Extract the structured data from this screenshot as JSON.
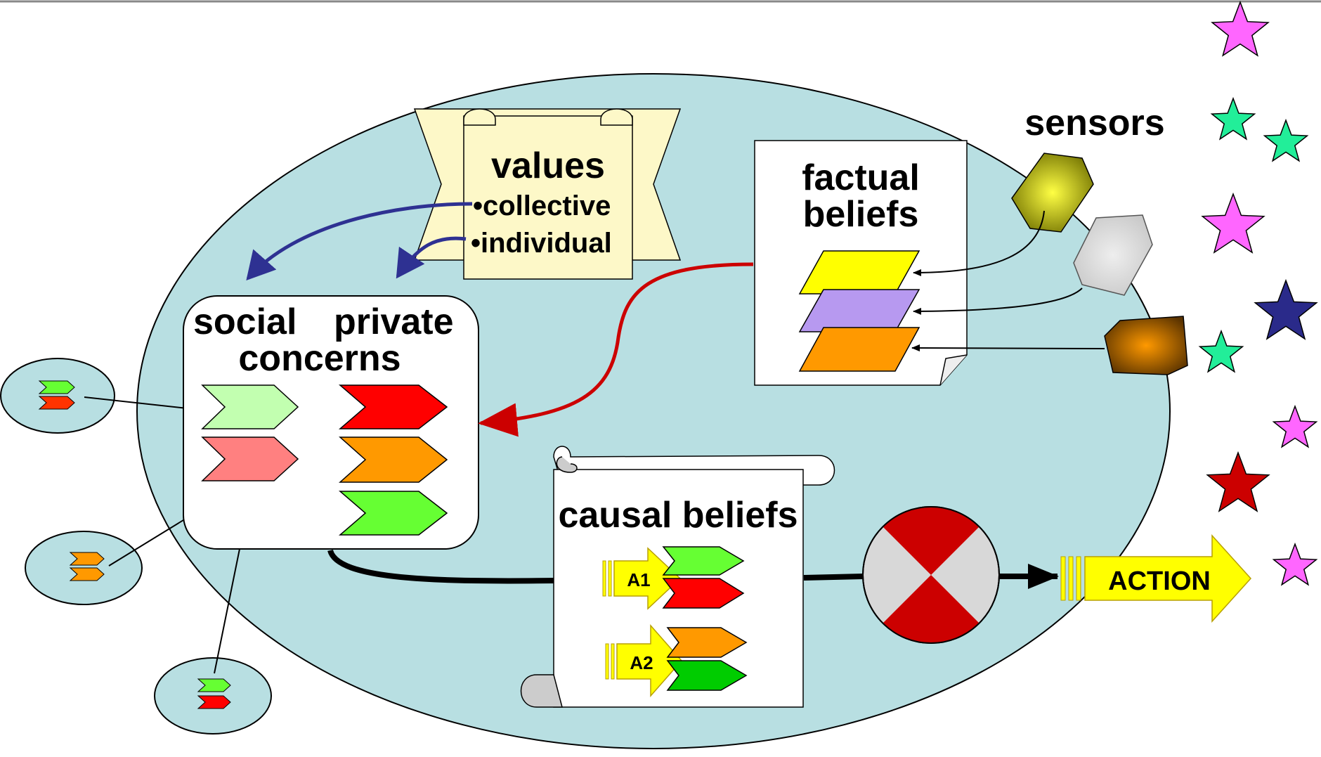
{
  "values": {
    "title": "values",
    "items": [
      "•collective",
      "•individual"
    ]
  },
  "concerns": {
    "social_label": "social",
    "private_label": "private",
    "concerns_label": "concerns"
  },
  "factual_beliefs": {
    "line1": "factual",
    "line2": "beliefs"
  },
  "sensors": {
    "label": "sensors"
  },
  "causal_beliefs": {
    "title": "causal beliefs",
    "actions": [
      "A1",
      "A2"
    ]
  },
  "action": {
    "label": "ACTION"
  },
  "colors": {
    "agent_ellipse": "#b8dfe2",
    "scroll_fill": "#fdf8c8",
    "arrow_blue": "#2e3192",
    "arrow_red": "#cc0000",
    "green_light": "#c2ffb0",
    "pink": "#ff8080",
    "red": "#ff0000",
    "orange": "#ff9900",
    "green": "#66ff33",
    "dark_green": "#00cc00",
    "yellow": "#ffff00",
    "lavender": "#b799f0",
    "star_magenta": "#ff66ff",
    "star_teal": "#22ee99",
    "star_navy": "#2a2a8a",
    "star_red": "#cc0000",
    "decision_red": "#cc0000",
    "decision_grey": "#d8d8d8"
  },
  "icons": [
    "star-icon",
    "sensor-icon",
    "chevron-icon",
    "arrow-icon",
    "decision-wheel-icon",
    "scroll-icon",
    "document-icon"
  ]
}
